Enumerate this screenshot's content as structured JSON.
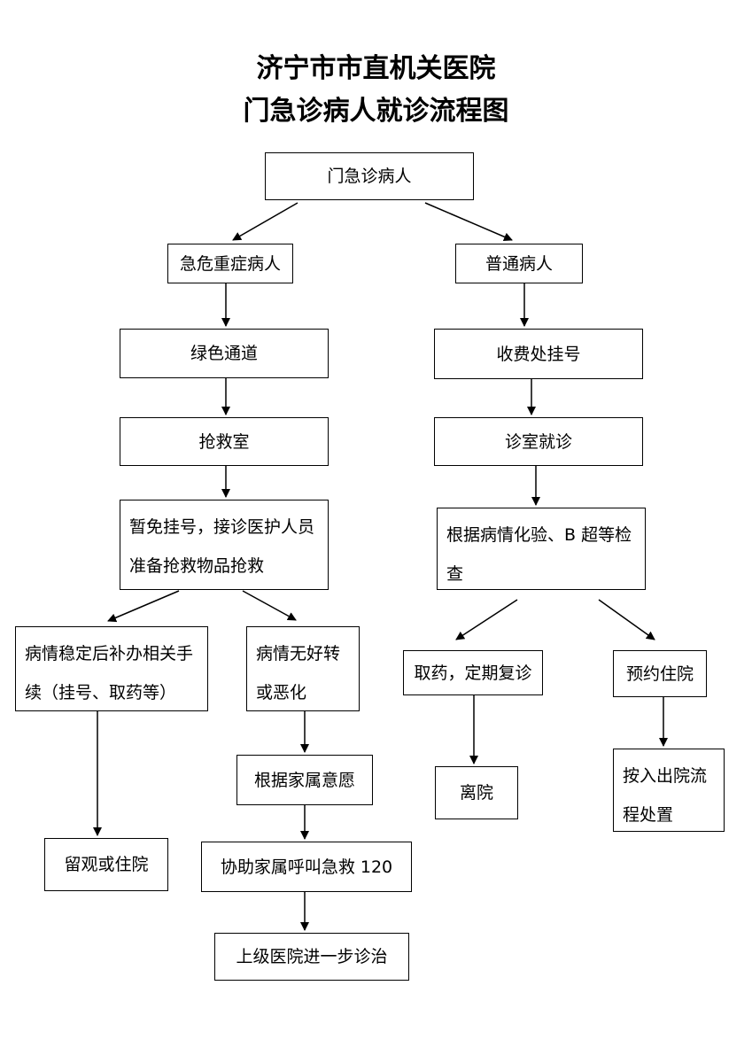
{
  "title": {
    "line1": "济宁市市直机关医院",
    "line2": "门急诊病人就诊流程图"
  },
  "nodes": {
    "start": "门急诊病人",
    "emergency": "急危重症病人",
    "green_channel": "绿色通道",
    "rescue_room": "抢救室",
    "rescue_action": "暂免挂号，接诊医护人员准备抢救物品抢救",
    "stable": "病情稳定后补办相关手续（挂号、取药等）",
    "observe": "留观或住院",
    "no_improve": "病情无好转或恶化",
    "family_wish": "根据家属意愿",
    "call_120": "协助家属呼叫急救 120",
    "transfer": "上级医院进一步诊治",
    "normal": "普通病人",
    "register": "收费处挂号",
    "consult": "诊室就诊",
    "tests": "根据病情化验、B 超等检查",
    "medicine": "取药，定期复诊",
    "leave": "离院",
    "book_admit": "预约住院",
    "admit_process": "按入出院流程处置"
  }
}
